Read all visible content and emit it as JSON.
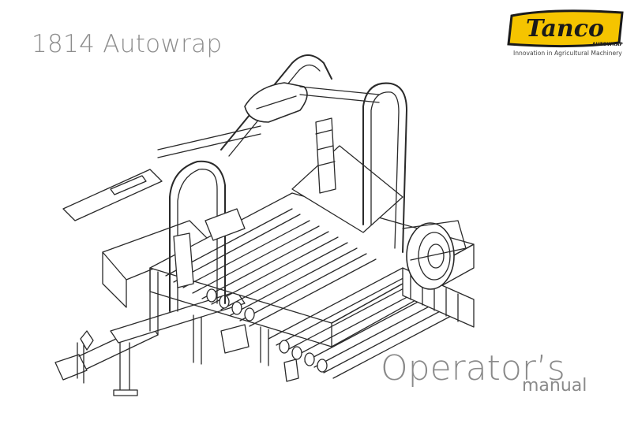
{
  "cover": {
    "product_name": "1814 Autowrap",
    "document_title": "Operator’s",
    "document_subtitle": "manual"
  },
  "brand": {
    "logo_name": "Tanco",
    "logo_subtext": "AUTOWRAP",
    "tagline": "Innovation in Agricultural Machinery",
    "colors": {
      "logo_yellow": "#f5c400",
      "logo_dark": "#1a1a1a"
    }
  },
  "illustration": {
    "icon": "bale-wrapper-machine-line-drawing"
  }
}
